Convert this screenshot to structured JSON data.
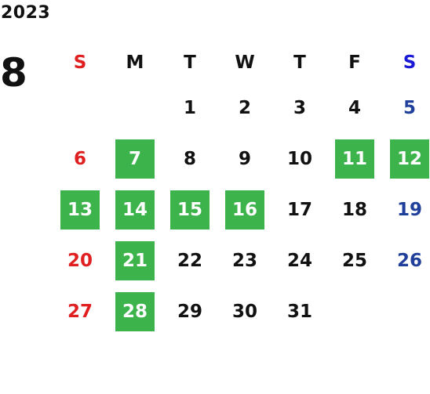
{
  "calendar": {
    "year": "2023",
    "month": "8",
    "weekdays": [
      "S",
      "M",
      "T",
      "W",
      "T",
      "F",
      "S"
    ],
    "weeks": [
      [
        "",
        "",
        "1",
        "2",
        "3",
        "4",
        "5"
      ],
      [
        "6",
        "7",
        "8",
        "9",
        "10",
        "11",
        "12"
      ],
      [
        "13",
        "14",
        "15",
        "16",
        "17",
        "18",
        "19"
      ],
      [
        "20",
        "21",
        "22",
        "23",
        "24",
        "25",
        "26"
      ],
      [
        "27",
        "28",
        "29",
        "30",
        "31",
        "",
        ""
      ]
    ],
    "highlighted_days": [
      "7",
      "11",
      "12",
      "13",
      "14",
      "15",
      "16",
      "21",
      "28"
    ],
    "colors": {
      "highlight": "#3cb44b",
      "sunday": "#e02020",
      "saturday_header": "#1a1ad6",
      "saturday": "#1f3f9a",
      "text": "#111111"
    }
  }
}
